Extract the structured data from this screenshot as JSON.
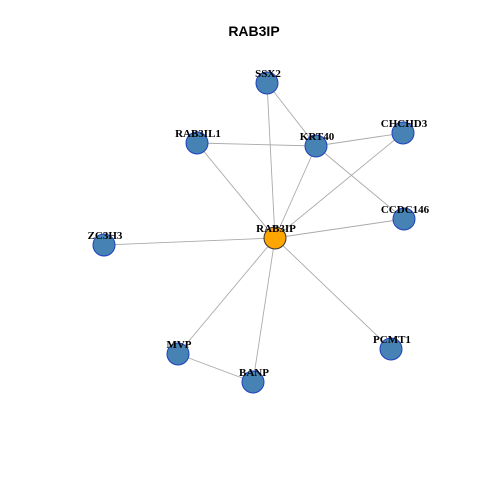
{
  "title": "RAB3IP",
  "colors": {
    "hub_fill": "#FFA500",
    "hub_stroke": "#333333",
    "node_fill": "#4682B4",
    "node_stroke": "#1F3FBF",
    "edge": "#AAAAAA"
  },
  "nodes": [
    {
      "id": "RAB3IP",
      "label": "RAB3IP",
      "hub": true
    },
    {
      "id": "SSX2",
      "label": "SSX2"
    },
    {
      "id": "RAB3IL1",
      "label": "RAB3IL1"
    },
    {
      "id": "KRT40",
      "label": "KRT40"
    },
    {
      "id": "CHCHD3",
      "label": "CHCHD3"
    },
    {
      "id": "CCDC146",
      "label": "CCDC146"
    },
    {
      "id": "ZC3H3",
      "label": "ZC3H3"
    },
    {
      "id": "MVP",
      "label": "MVP"
    },
    {
      "id": "BANP",
      "label": "BANP"
    },
    {
      "id": "PCMT1",
      "label": "PCMT1"
    }
  ],
  "edges": [
    [
      "RAB3IP",
      "SSX2"
    ],
    [
      "RAB3IP",
      "RAB3IL1"
    ],
    [
      "RAB3IP",
      "KRT40"
    ],
    [
      "RAB3IP",
      "CHCHD3"
    ],
    [
      "RAB3IP",
      "CCDC146"
    ],
    [
      "RAB3IP",
      "ZC3H3"
    ],
    [
      "RAB3IP",
      "MVP"
    ],
    [
      "RAB3IP",
      "BANP"
    ],
    [
      "RAB3IP",
      "PCMT1"
    ],
    [
      "SSX2",
      "KRT40"
    ],
    [
      "RAB3IL1",
      "KRT40"
    ],
    [
      "KRT40",
      "CHCHD3"
    ],
    [
      "KRT40",
      "CCDC146"
    ],
    [
      "MVP",
      "BANP"
    ]
  ]
}
